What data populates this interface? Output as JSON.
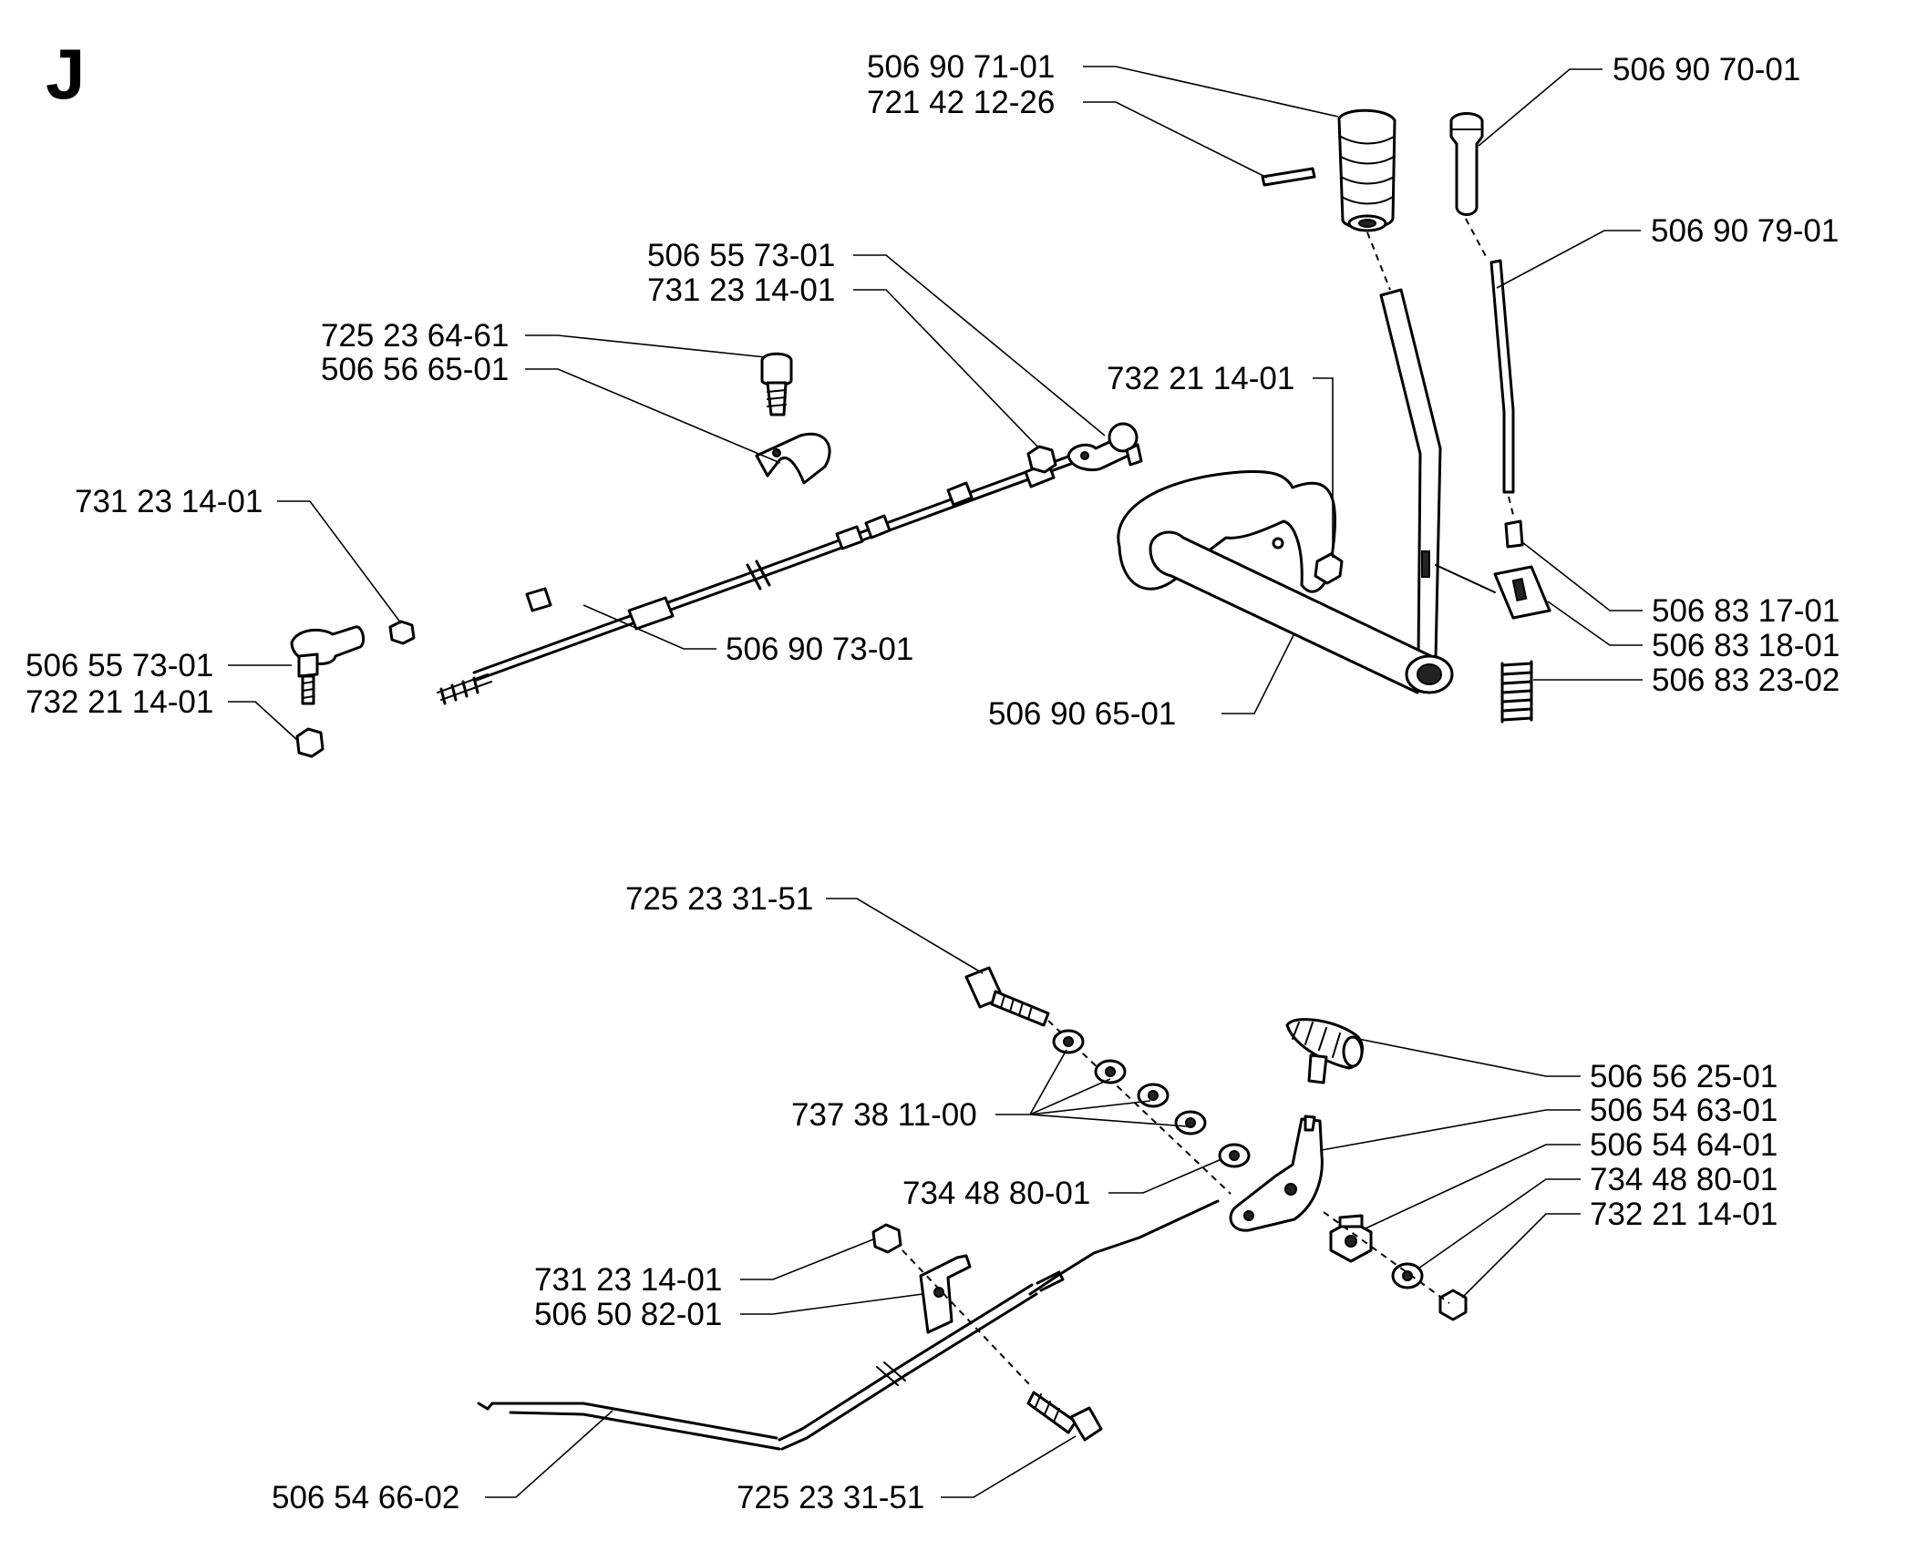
{
  "section_letter": "J",
  "callouts": [
    {
      "id": "c01",
      "label": "506 90 71-01"
    },
    {
      "id": "c02",
      "label": "721 42 12-26"
    },
    {
      "id": "c03",
      "label": "506 90 70-01"
    },
    {
      "id": "c04",
      "label": "506 90 79-01"
    },
    {
      "id": "c05",
      "label": "506 55 73-01"
    },
    {
      "id": "c06",
      "label": "731 23 14-01"
    },
    {
      "id": "c07",
      "label": "725 23 64-61"
    },
    {
      "id": "c08",
      "label": "506 56 65-01"
    },
    {
      "id": "c09",
      "label": "732 21 14-01"
    },
    {
      "id": "c10",
      "label": "731 23 14-01"
    },
    {
      "id": "c11",
      "label": "506 90 73-01"
    },
    {
      "id": "c12",
      "label": "506 55 73-01"
    },
    {
      "id": "c13",
      "label": "732 21 14-01"
    },
    {
      "id": "c14",
      "label": "506 83 17-01"
    },
    {
      "id": "c15",
      "label": "506 83 18-01"
    },
    {
      "id": "c16",
      "label": "506 83 23-02"
    },
    {
      "id": "c17",
      "label": "506 90 65-01"
    },
    {
      "id": "c18",
      "label": "725 23 31-51"
    },
    {
      "id": "c19",
      "label": "737 38 11-00"
    },
    {
      "id": "c20",
      "label": "506 56 25-01"
    },
    {
      "id": "c21",
      "label": "506 54 63-01"
    },
    {
      "id": "c22",
      "label": "506 54 64-01"
    },
    {
      "id": "c23",
      "label": "734 48 80-01"
    },
    {
      "id": "c24",
      "label": "732 21 14-01"
    },
    {
      "id": "c25",
      "label": "734 48 80-01"
    },
    {
      "id": "c26",
      "label": "731 23 14-01"
    },
    {
      "id": "c27",
      "label": "506 50 82-01"
    },
    {
      "id": "c28",
      "label": "506 54 66-02"
    },
    {
      "id": "c29",
      "label": "725 23 31-51"
    }
  ]
}
